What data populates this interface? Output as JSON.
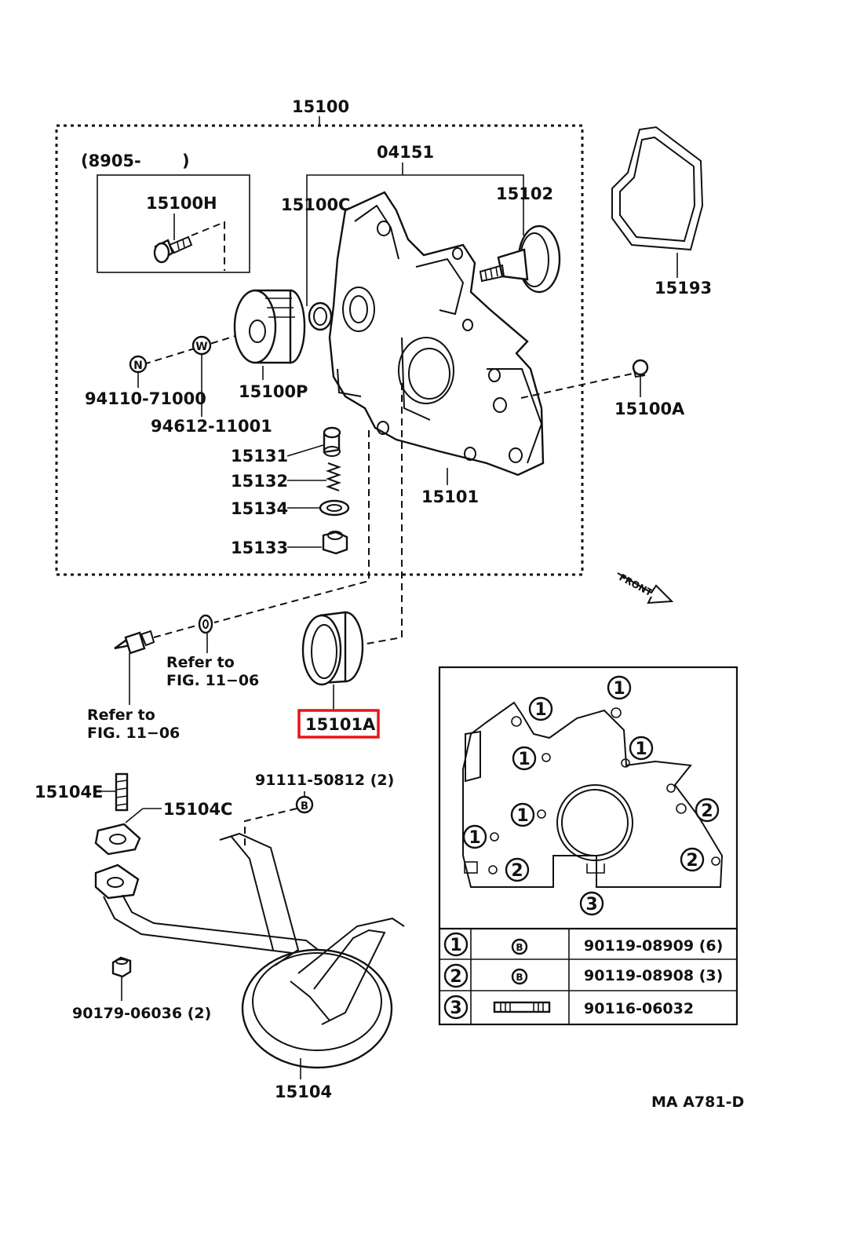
{
  "labels": {
    "assembly": "15100",
    "date_range": "(8905-",
    "date_range_close": ")",
    "bolt_h": "15100H",
    "kit": "04151",
    "cover_c": "15100C",
    "rotor": "15102",
    "gasket_93": "15193",
    "gear_p": "15100P",
    "washer_n": "94110-71000",
    "washer_w": "94612-11001",
    "plug_a": "15100A",
    "valve_131": "15131",
    "spring_132": "15132",
    "gasket_134": "15134",
    "plug_133": "15133",
    "body_101": "15101",
    "front": "FRONT",
    "refer1_a": "Refer to",
    "refer1_b": "FIG. 11−06",
    "refer2_a": "Refer to",
    "refer2_b": "FIG. 11−06",
    "seal_highlight": "15101A",
    "stud_e": "15104E",
    "gasket_c": "15104C",
    "bolt_91111": "91111-50812 (2)",
    "nut_90179": "90179-06036 (2)",
    "strainer": "15104",
    "code": "MA A781-D"
  },
  "detail_marks": {
    "m1": "1",
    "m2": "2",
    "m3": "3",
    "b": "B",
    "n": "N",
    "w": "W"
  },
  "bolt_table": {
    "rows": [
      {
        "mark": "1",
        "type": "B",
        "part": "90119-08909 (6)"
      },
      {
        "mark": "2",
        "type": "B",
        "part": "90119-08908 (3)"
      },
      {
        "mark": "3",
        "type": "stud",
        "part": "90116-06032"
      }
    ]
  },
  "colors": {
    "highlight": "#e8141b",
    "ink": "#111111"
  }
}
